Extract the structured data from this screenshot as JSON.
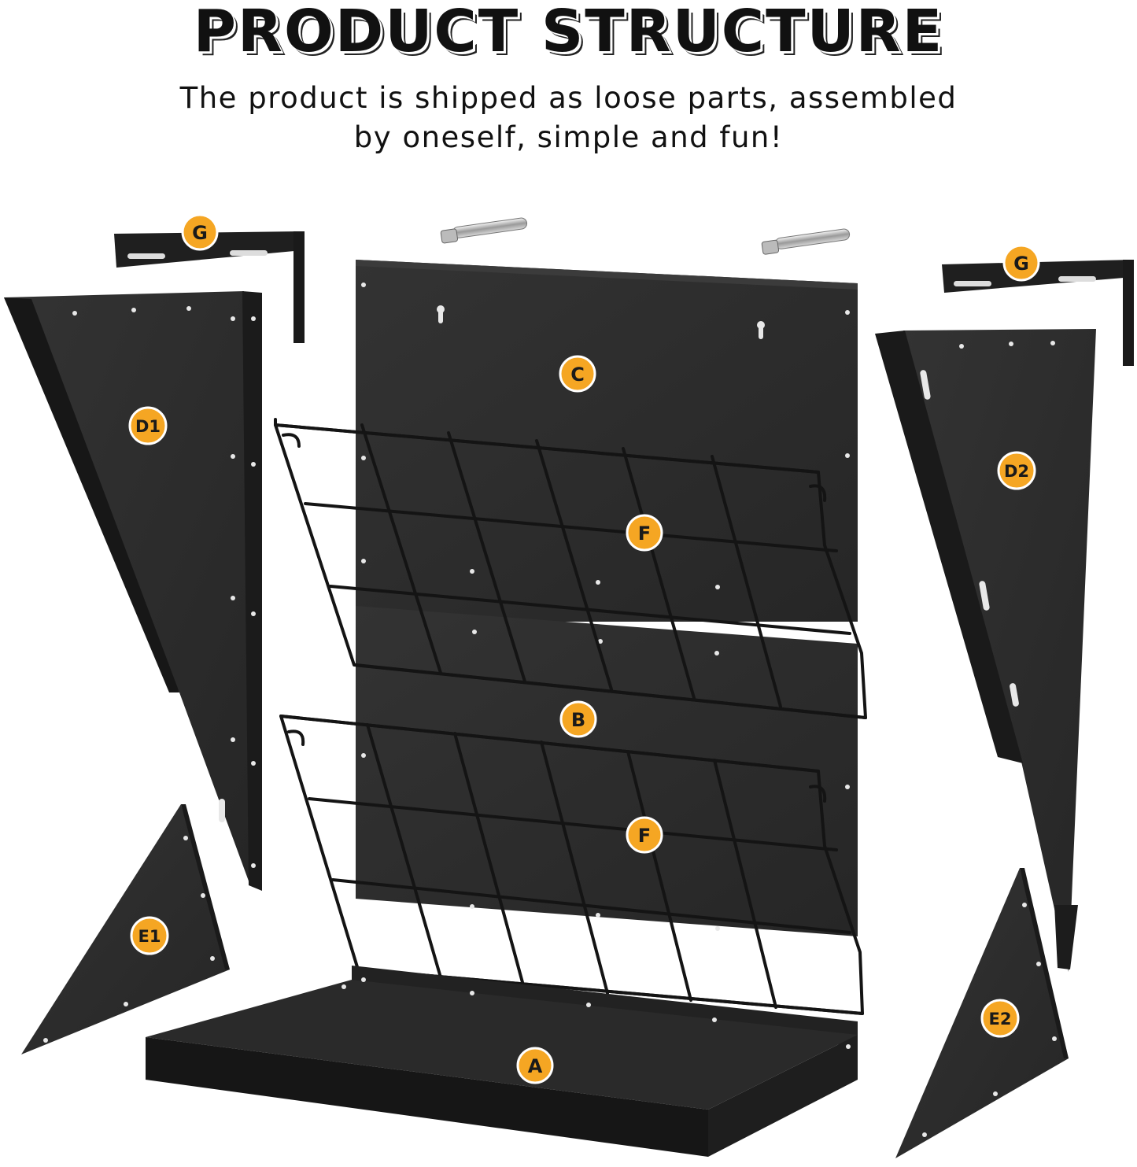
{
  "header": {
    "title": "PRODUCT STRUCTURE",
    "subtitle_line1": "The product is shipped as loose parts, assembled",
    "subtitle_line2": "by oneself, simple and fun!"
  },
  "labels": {
    "a": "A",
    "b": "B",
    "c": "C",
    "d1": "D1",
    "d2": "D2",
    "e1": "E1",
    "e2": "E2",
    "f_top": "F",
    "f_bottom": "F",
    "g_left": "G",
    "g_right": "G"
  },
  "colors": {
    "panel": "#2b2b2b",
    "panel_edge": "#1a1a1a",
    "badge_fill": "#f5a623",
    "badge_text": "#1a1a1a",
    "wire": "#141414"
  }
}
